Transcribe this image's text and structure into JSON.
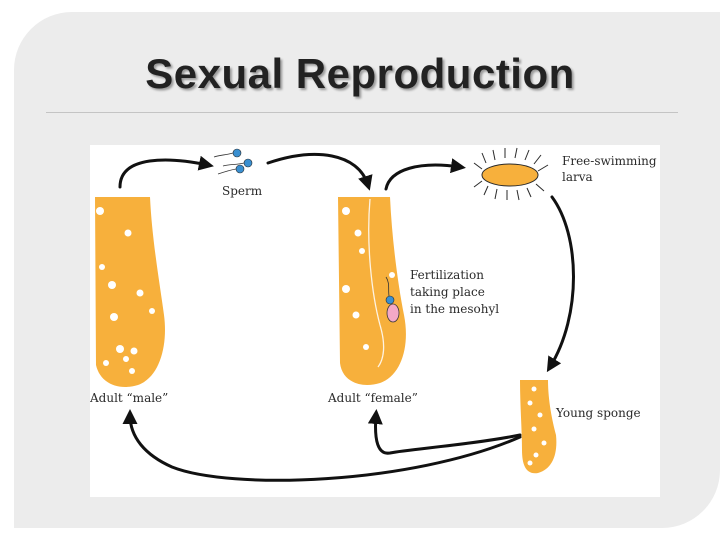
{
  "slide": {
    "title": "Sexual Reproduction"
  },
  "diagram": {
    "labels": {
      "sperm": "Sperm",
      "larva_line1": "Free-swimming",
      "larva_line2": "larva",
      "fertilization_line1": "Fertilization",
      "fertilization_line2": "taking place",
      "fertilization_line3": "in the mesohyl",
      "adult_male": "Adult “male”",
      "adult_female": "Adult “female”",
      "young_sponge": "Young sponge"
    },
    "colors": {
      "sponge": "#f7b03c",
      "sperm": "#3a8fd0",
      "egg": "#f4a9c6",
      "arrow": "#111111",
      "slide_background": "#ececec"
    }
  }
}
